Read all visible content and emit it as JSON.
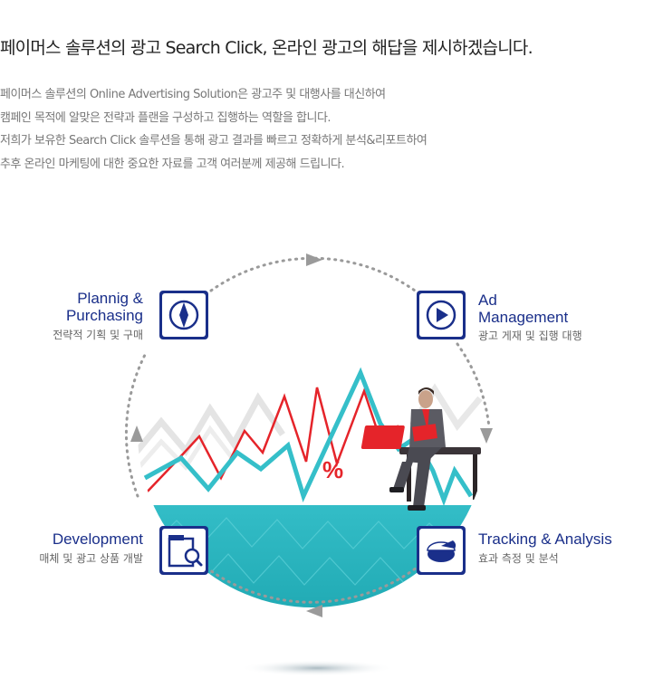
{
  "headline": "페이머스 솔루션의 광고 Search Click, 온라인 광고의 해답을 제시하겠습니다.",
  "intro_lines": [
    "페이머스 솔루션의 Online Advertising Solution은 광고주 및 대행사를 대신하여",
    "캠페인 목적에 알맞은 전략과 플랜을 구성하고 집행하는 역할을 합니다.",
    "저희가 보유한 Search Click 솔루션을 통해 광고 결과를 빠르고 정확하게 분석&리포트하여",
    "추후 온라인 마케팅에 대한 중요한 자료를 고객 여러분께 제공해 드립니다."
  ],
  "steps": {
    "planning": {
      "title_line1": "Plannig &",
      "title_line2": "Purchasing",
      "sub": "전략적 기획 및 구매",
      "icon": "compass-icon"
    },
    "ad_management": {
      "title_line1": "Ad",
      "title_line2": "Management",
      "sub": "광고 게재 및 집행 대행",
      "icon": "play-icon"
    },
    "development": {
      "title": "Development",
      "sub": "매체 및 광고 상품 개발",
      "icon": "document-search-icon"
    },
    "tracking": {
      "title": "Tracking & Analysis",
      "sub": "효과 측정 및 분석",
      "icon": "pie-chart-icon"
    }
  },
  "chart_symbol": "%",
  "colors": {
    "navy": "#1a2f8a",
    "teal": "#35bfc9",
    "red": "#e5242a",
    "gray_arrow": "#9a9a9a"
  }
}
